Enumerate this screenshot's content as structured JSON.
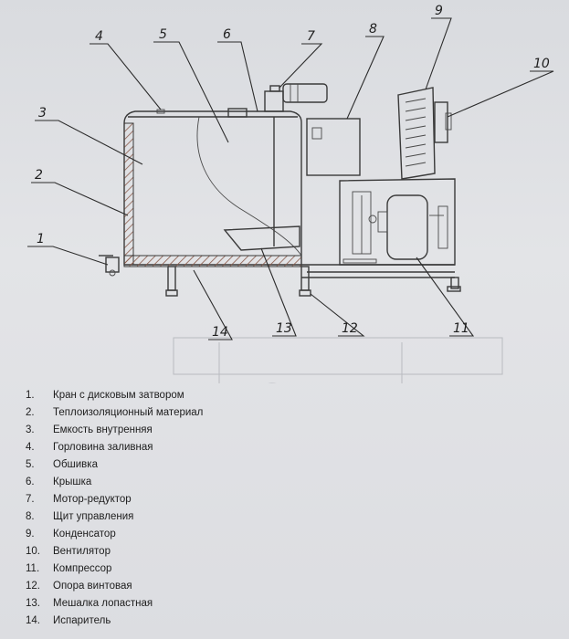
{
  "callouts": [
    "1",
    "2",
    "3",
    "4",
    "5",
    "6",
    "7",
    "8",
    "9",
    "10",
    "11",
    "12",
    "13",
    "14"
  ],
  "legend": [
    {
      "index": "1.",
      "text": "Кран с дисковым затвором"
    },
    {
      "index": "2.",
      "text": "Теплоизоляционный материал"
    },
    {
      "index": "3.",
      "text": "Емкость внутренняя"
    },
    {
      "index": "4.",
      "text": "Горловина заливная"
    },
    {
      "index": "5.",
      "text": "Обшивка"
    },
    {
      "index": "6.",
      "text": "Крышка"
    },
    {
      "index": "7.",
      "text": "Мотор-редуктор"
    },
    {
      "index": "8.",
      "text": "Щит управления"
    },
    {
      "index": "9.",
      "text": "Конденсатор"
    },
    {
      "index": "10.",
      "text": "Вентилятор"
    },
    {
      "index": "11.",
      "text": "Компрессор"
    },
    {
      "index": "12.",
      "text": "Опора винтовая"
    },
    {
      "index": "13.",
      "text": "Мешалка лопастная"
    },
    {
      "index": "14.",
      "text": "Испаритель"
    }
  ]
}
